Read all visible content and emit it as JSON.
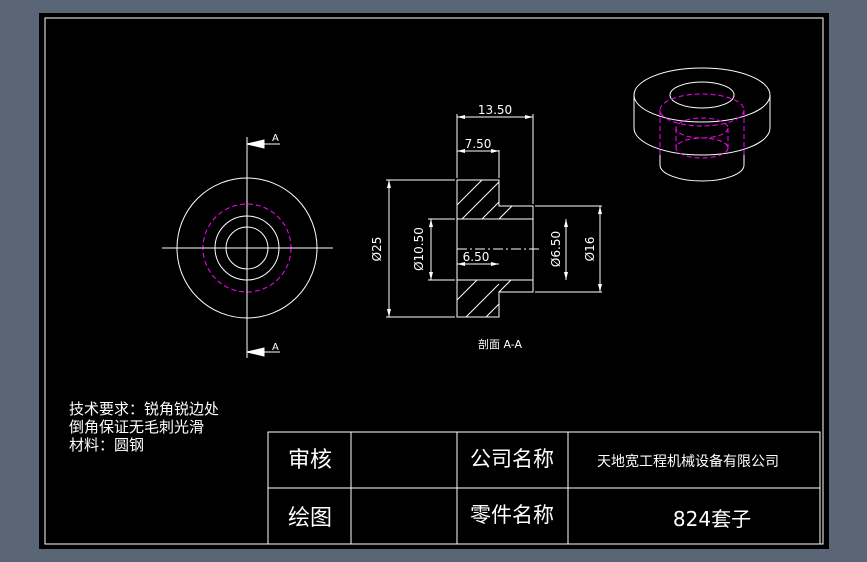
{
  "colors": {
    "background": "#5a6675",
    "paper": "#000000",
    "line": "#ffffff",
    "hidden_line": "#ff00ff"
  },
  "front_view": {
    "section_marker_top": "A",
    "section_marker_bottom": "A"
  },
  "section_view": {
    "dims": {
      "d13_50": "13.50",
      "d7_50": "7.50",
      "d6_50h": "6.50",
      "dia25": "Ø25",
      "dia10_50": "Ø10.50",
      "dia6_50": "Ø6.50",
      "dia16": "Ø16"
    },
    "caption": "剖面 A-A"
  },
  "notes": {
    "line1": "技术要求：锐角锐边处",
    "line2": "倒角保证无毛刺光滑",
    "line3": "材料：圆钢"
  },
  "title_block": {
    "review": "审核",
    "drawing": "绘图",
    "company_label": "公司名称",
    "company_name": "天地宽工程机械设备有限公司",
    "part_label": "零件名称",
    "part_name": "824套子"
  }
}
